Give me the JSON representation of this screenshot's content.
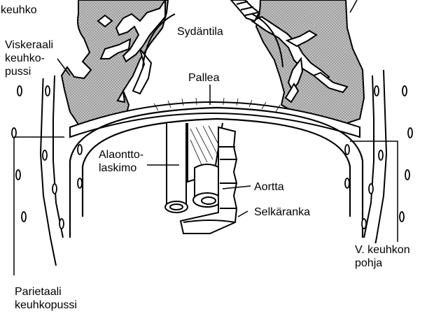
{
  "labels": {
    "top_left_lung": "keuhko",
    "visceral_pleura": "Viskeraali\nkeuhko-\npussi",
    "mediastinum": "Sydäntila",
    "diaphragm": "Pallea",
    "inferior_vena_cava": "Alaontto-\nlaskimo",
    "aorta": "Aortta",
    "spine": "Selkäranka",
    "right_lung_base": "V. keuhkon\npohja",
    "parietal_pleura": "Parietaali\nkeuhkopussi"
  },
  "colors": {
    "line": "#000000",
    "lung_fill": "#a8a8a8",
    "background": "#ffffff"
  }
}
